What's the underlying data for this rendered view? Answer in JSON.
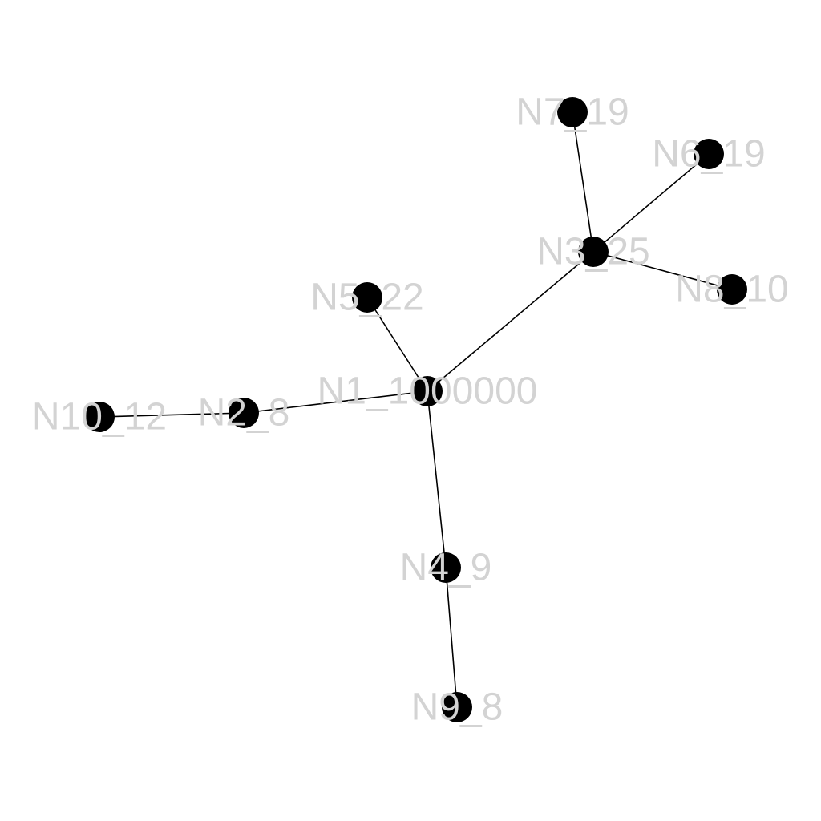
{
  "graph": {
    "nodes": [
      {
        "id": "N1",
        "label": "N1_1000000"
      },
      {
        "id": "N2",
        "label": "N2_8"
      },
      {
        "id": "N3",
        "label": "N3_25"
      },
      {
        "id": "N4",
        "label": "N4_9"
      },
      {
        "id": "N5",
        "label": "N5_22"
      },
      {
        "id": "N6",
        "label": "N6_19"
      },
      {
        "id": "N7",
        "label": "N7_19"
      },
      {
        "id": "N8",
        "label": "N8_10"
      },
      {
        "id": "N9",
        "label": "N9_8"
      },
      {
        "id": "N10",
        "label": "N10_12"
      }
    ],
    "edges": [
      {
        "source": "N1",
        "target": "N2"
      },
      {
        "source": "N1",
        "target": "N3"
      },
      {
        "source": "N1",
        "target": "N4"
      },
      {
        "source": "N1",
        "target": "N5"
      },
      {
        "source": "N2",
        "target": "N10"
      },
      {
        "source": "N3",
        "target": "N6"
      },
      {
        "source": "N3",
        "target": "N7"
      },
      {
        "source": "N3",
        "target": "N8"
      },
      {
        "source": "N4",
        "target": "N9"
      }
    ],
    "colors": {
      "node": "#000000",
      "edge": "#000000",
      "label": "#d3d3d3",
      "background": "#ffffff"
    }
  }
}
